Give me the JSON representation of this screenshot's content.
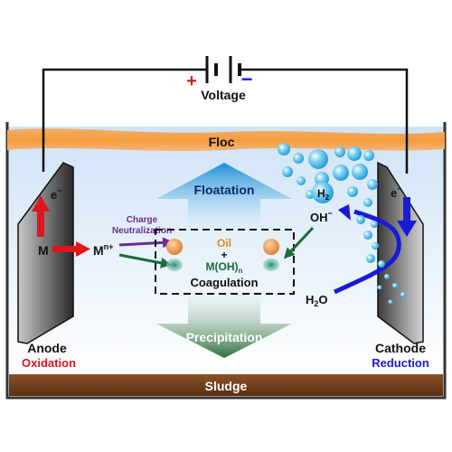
{
  "labels": {
    "plus": "+",
    "minus": "−",
    "voltage": "Voltage",
    "floc": "Floc",
    "electron": "e",
    "electron_sup": "−",
    "metal": "M",
    "metal_ion": "M",
    "metal_ion_sup": "n+",
    "charge_neutralization_1": "Charge",
    "charge_neutralization_2": "Neutralization",
    "floatation": "Floatation",
    "oil": "Oil",
    "plus_sign": "+",
    "hydroxide_base": "M(OH)",
    "hydroxide_sub": "n",
    "coagulation": "Coagulation",
    "precipitation": "Precipitation",
    "hydrogen": "H",
    "hydrogen_sub": "2",
    "hydroxide_ion": "OH",
    "hydroxide_ion_sup": "−",
    "water": "H",
    "water_sub": "2",
    "water_tail": "O",
    "anode": "Anode",
    "oxidation": "Oxidation",
    "cathode": "Cathode",
    "reduction": "Reduction",
    "sludge": "Sludge"
  },
  "colors": {
    "plus": "#e3141b",
    "minus": "#1a1ad6",
    "oxidation": "#e3141b",
    "reduction": "#1a1ad6",
    "charge_neutralization": "#6b2d8f",
    "oil": "#d98a1e",
    "hydroxide": "#1b6b3a",
    "floc": "#f59a3c",
    "sludge": "#6b3b1a"
  }
}
